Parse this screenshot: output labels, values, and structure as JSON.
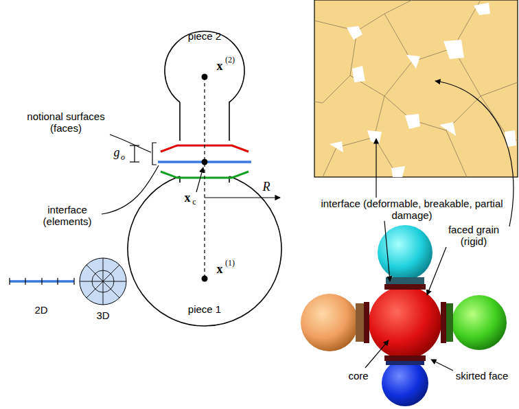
{
  "diagram": {
    "nodes": [
      {
        "text": [
          "piece 2"
        ]
      },
      {
        "text": [
          "piece 1"
        ]
      }
    ],
    "labels": [
      "notional surfaces (faces)",
      "g",
      "o",
      "interface (elements)",
      "x",
      "(2)",
      "x",
      "c",
      "R",
      "x",
      "(1)",
      "2D",
      "3D",
      "interface (deformable, breakable, partial damage)",
      "faced grain (rigid)",
      "core",
      "skirted face"
    ]
  }
}
